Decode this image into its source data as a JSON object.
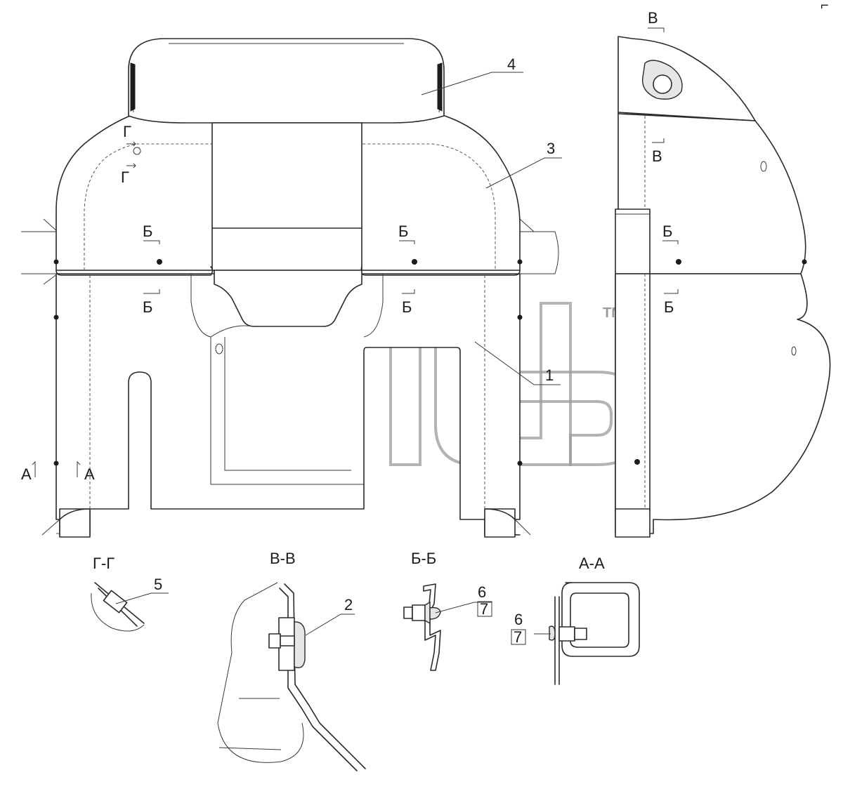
{
  "drawing": {
    "callouts": {
      "p1": "1",
      "p2": "2",
      "p3": "3",
      "p4": "4",
      "p5": "5",
      "p6a": "6",
      "p7a": "7",
      "p6b": "6",
      "p7b": "7"
    },
    "section_marks": {
      "g_top": "Г",
      "g_bottom": "Г",
      "b1": "Б",
      "b2": "Б",
      "b3": "Б",
      "b4": "Б",
      "b5": "Б",
      "b6": "Б",
      "a1": "А",
      "a2": "А",
      "v_top": "В",
      "v_mid": "В"
    },
    "section_titles": {
      "gg": "Г-Г",
      "vv": "В-В",
      "bb": "Б-Б",
      "aa": "А-А"
    },
    "watermark": {
      "text": "эпд",
      "trademark": "TM"
    }
  }
}
